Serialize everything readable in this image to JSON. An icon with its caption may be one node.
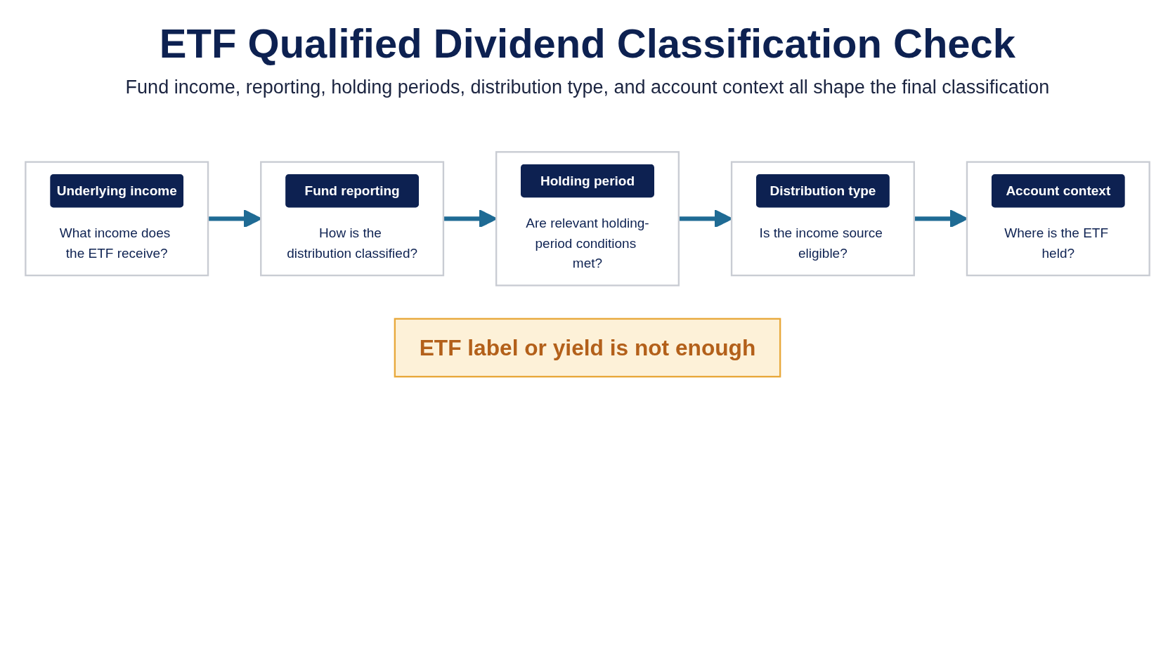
{
  "diagram": {
    "title": "ETF Qualified Dividend Classification Check",
    "nodes": [
      {
        "text": [
          "Underlying income",
          "What income does the ETF receive?"
        ]
      },
      {
        "text": [
          "Fund reporting",
          "How is the distribution classified?"
        ]
      },
      {
        "text": [
          "Holding period",
          "Are relevant holding-period conditions met?"
        ]
      },
      {
        "text": [
          "Distribution type",
          "Is the income source eligible?"
        ]
      },
      {
        "text": [
          "Account context",
          "Where is the ETF held?"
        ]
      },
      {
        "text": [
          "ETF label or yield is not enough"
        ]
      }
    ],
    "edges": [
      {
        "from": 0,
        "to": 1,
        "arrow": "to"
      },
      {
        "from": 1,
        "to": 2,
        "arrow": "to"
      },
      {
        "from": 2,
        "to": 3,
        "arrow": "to"
      },
      {
        "from": 3,
        "to": 4,
        "arrow": "to"
      }
    ],
    "labels": [
      "Fund income, reporting, holding periods, distribution type, and account context all shape the final classification"
    ]
  }
}
